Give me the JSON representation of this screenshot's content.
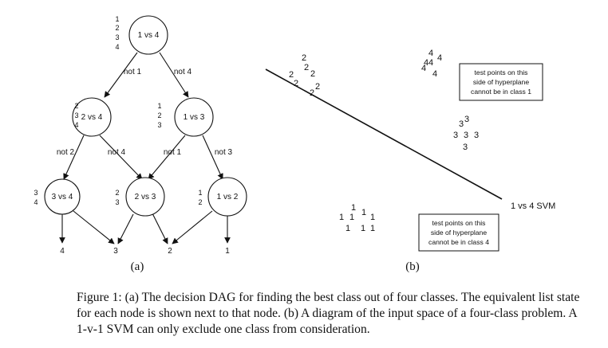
{
  "dag": {
    "nodes": [
      {
        "label": "1 vs 4",
        "list": [
          "1",
          "2",
          "3",
          "4"
        ]
      },
      {
        "label": "2 vs 4",
        "list": [
          "2",
          "3",
          "4"
        ]
      },
      {
        "label": "1 vs 3",
        "list": [
          "1",
          "2",
          "3"
        ]
      },
      {
        "label": "3 vs 4",
        "list": [
          "3",
          "4"
        ]
      },
      {
        "label": "2 vs 3",
        "list": [
          "2",
          "3"
        ]
      },
      {
        "label": "1 vs 2",
        "list": [
          "1",
          "2"
        ]
      }
    ],
    "edges": [
      {
        "label": "not 1"
      },
      {
        "label": "not 4"
      },
      {
        "label": "not 2"
      },
      {
        "label": "not 4"
      },
      {
        "label": "not 1"
      },
      {
        "label": "not 3"
      }
    ],
    "outputs": [
      "4",
      "3",
      "2",
      "1"
    ],
    "panel_label": "(a)"
  },
  "input_space": {
    "panel_label": "(b)",
    "svm_label": "1 vs 4 SVM",
    "box_top": [
      "test points on this",
      "side of hyperplane",
      "cannot be in class 1"
    ],
    "box_bottom": [
      "test points on this",
      "side of hyperplane",
      "cannot be in class 4"
    ],
    "points": {
      "class2": [
        "2",
        "2",
        "2",
        "2",
        "2",
        "2",
        "2"
      ],
      "class4": [
        "4",
        "4",
        "4",
        "4",
        "4",
        "4"
      ],
      "class3": [
        "3",
        "3",
        "3",
        "3",
        "3",
        "3"
      ],
      "class1": [
        "1",
        "1",
        "1",
        "1",
        "1",
        "1",
        "1",
        "1"
      ]
    }
  },
  "caption": "Figure 1: (a) The decision DAG for finding the best class out of four classes. The equivalent list state for each node is shown next to that node. (b) A diagram of the input space of a four-class problem. A 1-v-1 SVM can only exclude one class from consideration."
}
